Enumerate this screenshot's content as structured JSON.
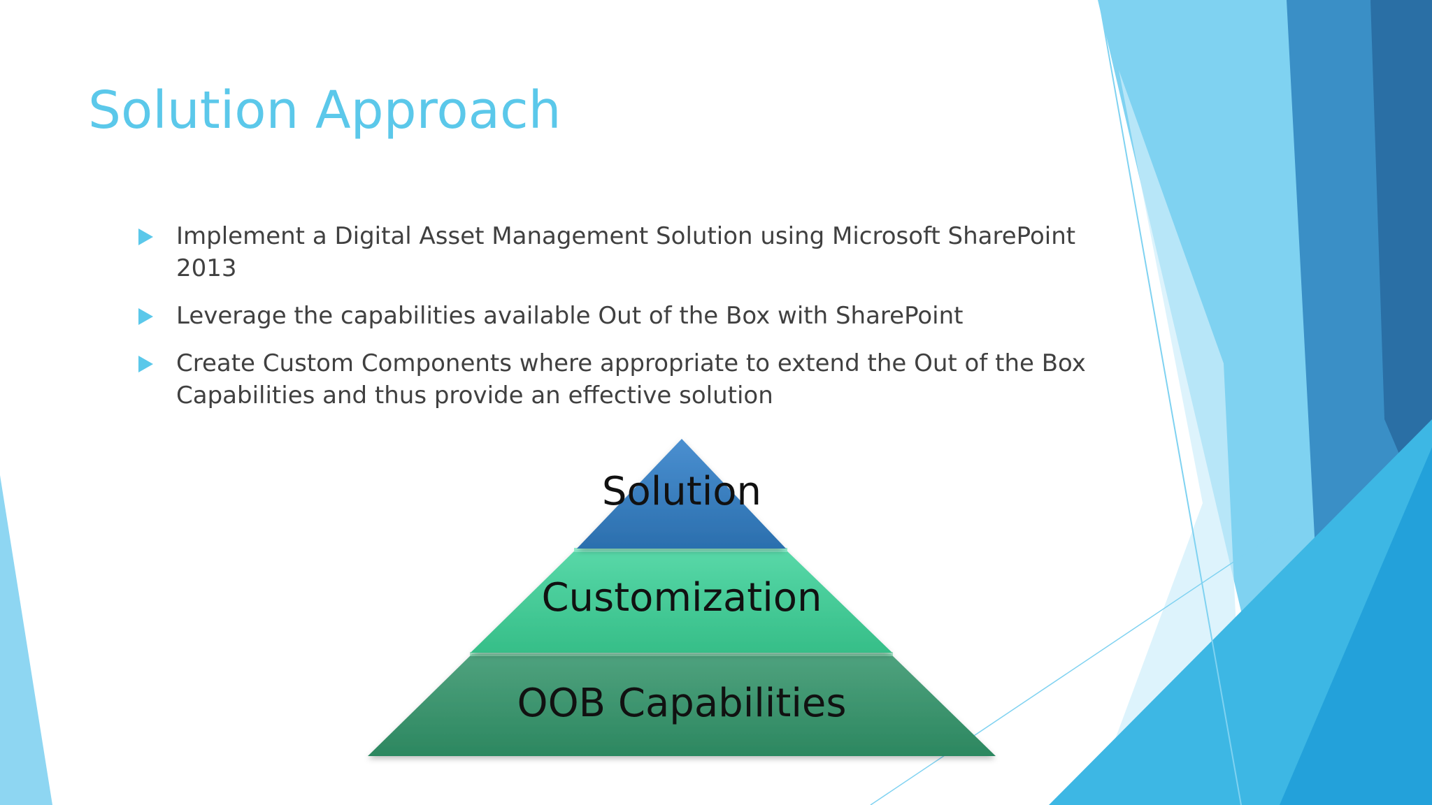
{
  "slide": {
    "title": "Solution Approach",
    "bullets": [
      "Implement a Digital Asset Management Solution using Microsoft SharePoint 2013",
      "Leverage the capabilities available Out of the Box with SharePoint",
      "Create Custom Components where appropriate to extend the Out of the Box Capabilities and thus provide an effective solution"
    ],
    "pyramid": {
      "levels": [
        {
          "label": "Solution",
          "color": "#2E75B6"
        },
        {
          "label": "Customization",
          "color": "#3CC994"
        },
        {
          "label": "OOB Capabilities",
          "color": "#2E8B62"
        }
      ]
    }
  },
  "theme": {
    "accent": "#5BC8EA",
    "text": "#404040",
    "dark_blue": "#2A6FA5",
    "light_blue": "#8ED6F2"
  }
}
